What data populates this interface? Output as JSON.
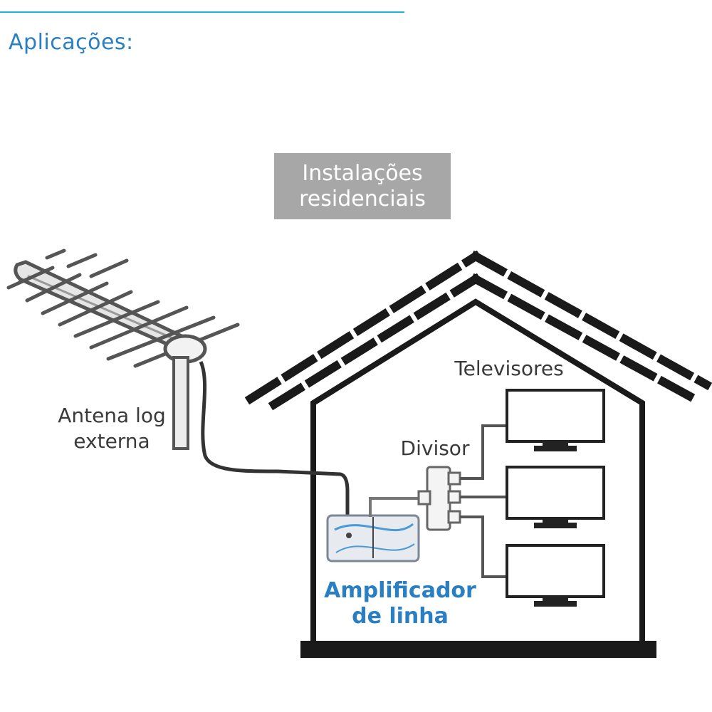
{
  "header": {
    "title": "Aplicações:"
  },
  "diagram": {
    "context_label": "Instalações\nresidenciais",
    "antenna_label": "Antena log\nexterna",
    "tvs_label": "Televisores",
    "splitter_label": "Divisor",
    "amplifier_label": "Amplificador\nde linha"
  },
  "colors": {
    "accent": "#1ab7da",
    "title_blue": "#2a7fc2",
    "context_box": "#a7a7a7",
    "house_stroke": "#1a1a1a"
  }
}
